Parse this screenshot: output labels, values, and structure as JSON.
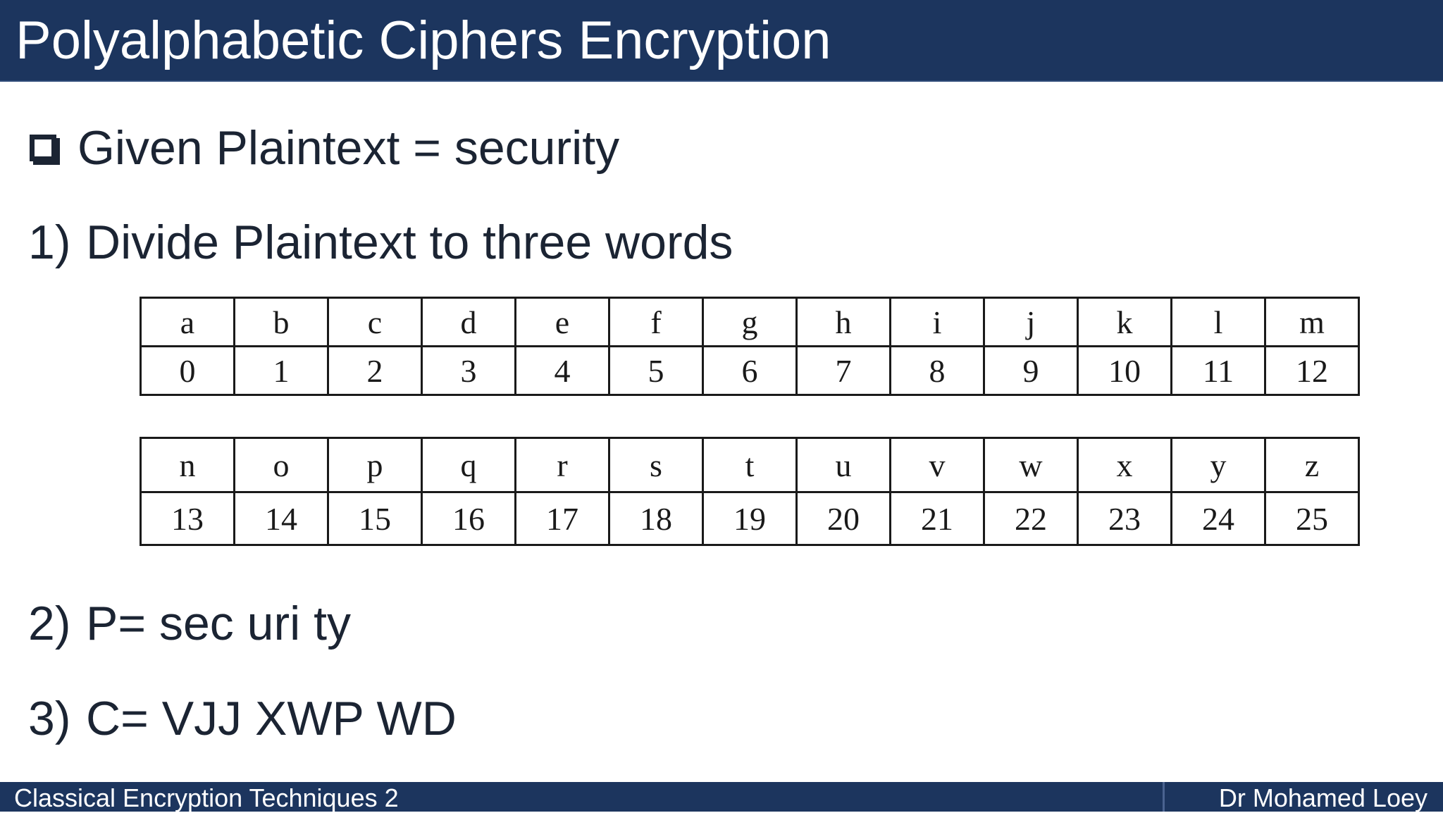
{
  "header": {
    "title": "Polyalphabetic Ciphers Encryption"
  },
  "given": {
    "text": "Given Plaintext = security"
  },
  "steps": [
    {
      "number": "1)",
      "text": "Divide Plaintext to three words"
    },
    {
      "number": "2)",
      "text": "P= sec uri ty"
    },
    {
      "number": "3)",
      "text": "C= VJJ XWP WD"
    }
  ],
  "alphabet_tables": [
    {
      "letters": [
        "a",
        "b",
        "c",
        "d",
        "e",
        "f",
        "g",
        "h",
        "i",
        "j",
        "k",
        "l",
        "m"
      ],
      "numbers": [
        "0",
        "1",
        "2",
        "3",
        "4",
        "5",
        "6",
        "7",
        "8",
        "9",
        "10",
        "11",
        "12"
      ]
    },
    {
      "letters": [
        "n",
        "o",
        "p",
        "q",
        "r",
        "s",
        "t",
        "u",
        "v",
        "w",
        "x",
        "y",
        "z"
      ],
      "numbers": [
        "13",
        "14",
        "15",
        "16",
        "17",
        "18",
        "19",
        "20",
        "21",
        "22",
        "23",
        "24",
        "25"
      ]
    }
  ],
  "footer": {
    "left": "Classical Encryption Techniques 2",
    "right": "Dr Mohamed Loey"
  },
  "colors": {
    "header_bg": "#1c355e",
    "text": "#1b2433"
  }
}
